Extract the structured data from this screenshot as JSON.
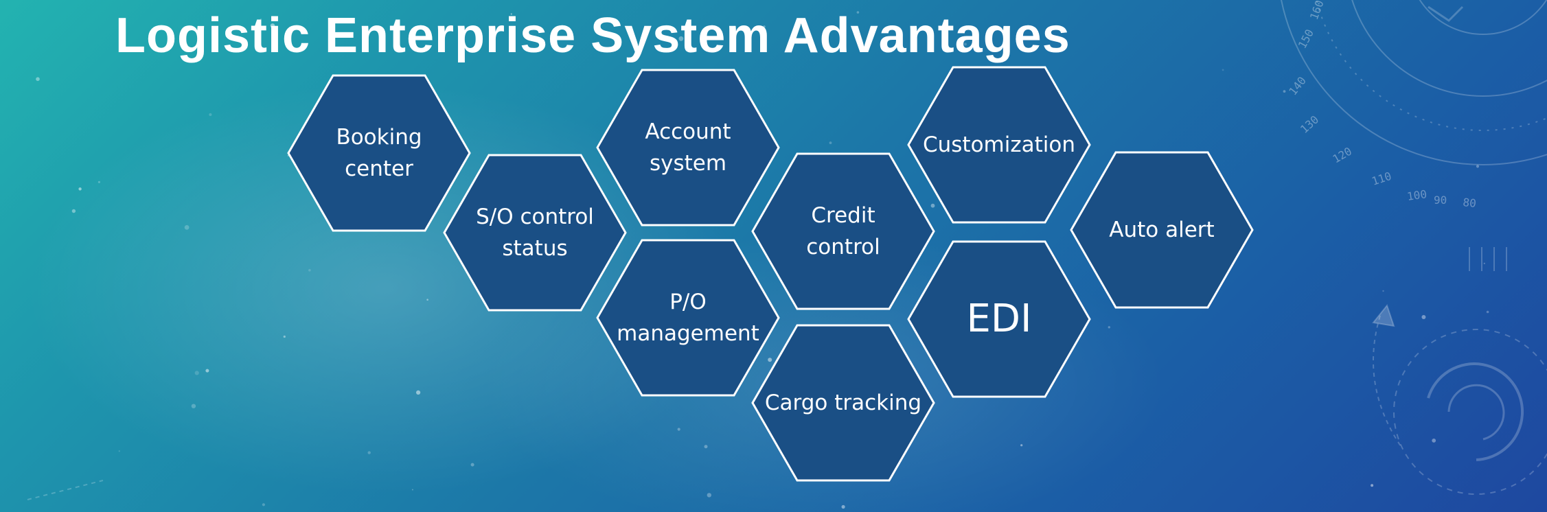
{
  "title": "Logistic Enterprise System Advantages",
  "colors": {
    "hex_fill": "#1a4f85",
    "hex_stroke": "#ffffff",
    "title_text": "#ffffff"
  },
  "hexagons": [
    {
      "id": "booking-center",
      "label": "Booking\ncenter"
    },
    {
      "id": "so-control-status",
      "label": "S/O control\nstatus"
    },
    {
      "id": "account-system",
      "label": "Account\nsystem"
    },
    {
      "id": "po-management",
      "label": "P/O\nmanagement"
    },
    {
      "id": "credit-control",
      "label": "Credit\ncontrol"
    },
    {
      "id": "cargo-tracking",
      "label": "Cargo tracking"
    },
    {
      "id": "customization",
      "label": "Customization"
    },
    {
      "id": "edi",
      "label": "EDI"
    },
    {
      "id": "auto-alert",
      "label": "Auto alert"
    }
  ],
  "decor_numbers": [
    "160",
    "150",
    "140",
    "130",
    "120",
    "110",
    "100",
    "90",
    "80"
  ]
}
